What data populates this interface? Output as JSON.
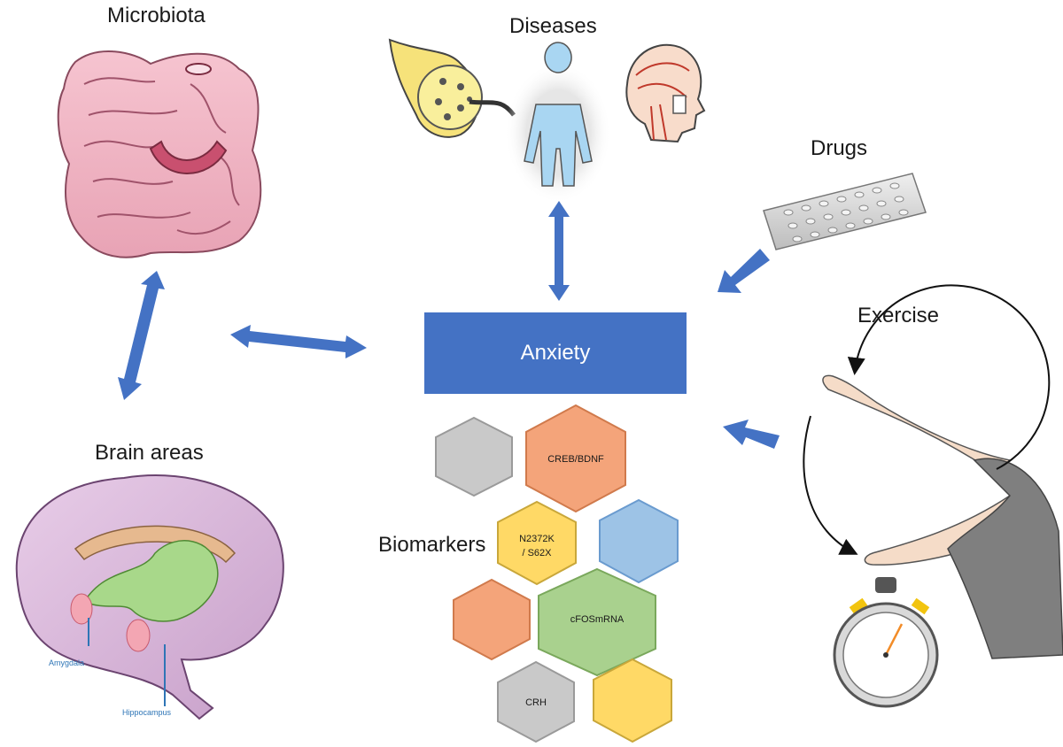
{
  "labels": {
    "microbiota": "Microbiota",
    "diseases": "Diseases",
    "drugs": "Drugs",
    "exercise": "Exercise",
    "brain_areas": "Brain areas",
    "biomarkers": "Biomarkers",
    "anxiety": "Anxiety",
    "amygdala": "Amygdala",
    "hippocampus": "Hippocampus"
  },
  "biomarkers": {
    "creb_bdnf": "CREB/BDNF",
    "n2372k_line1": "N2372K",
    "n2372k_line2": "/ S62X",
    "cfos": "cFOSmRNA",
    "crh": "CRH"
  },
  "colors": {
    "arrow": "#4472c4",
    "anxiety_box": "#4472c4",
    "hex_orange": "#f4a47a",
    "hex_yellow": "#ffd966",
    "hex_blue": "#9dc3e6",
    "hex_green": "#a9d18e",
    "hex_gray": "#c9c9c9"
  }
}
